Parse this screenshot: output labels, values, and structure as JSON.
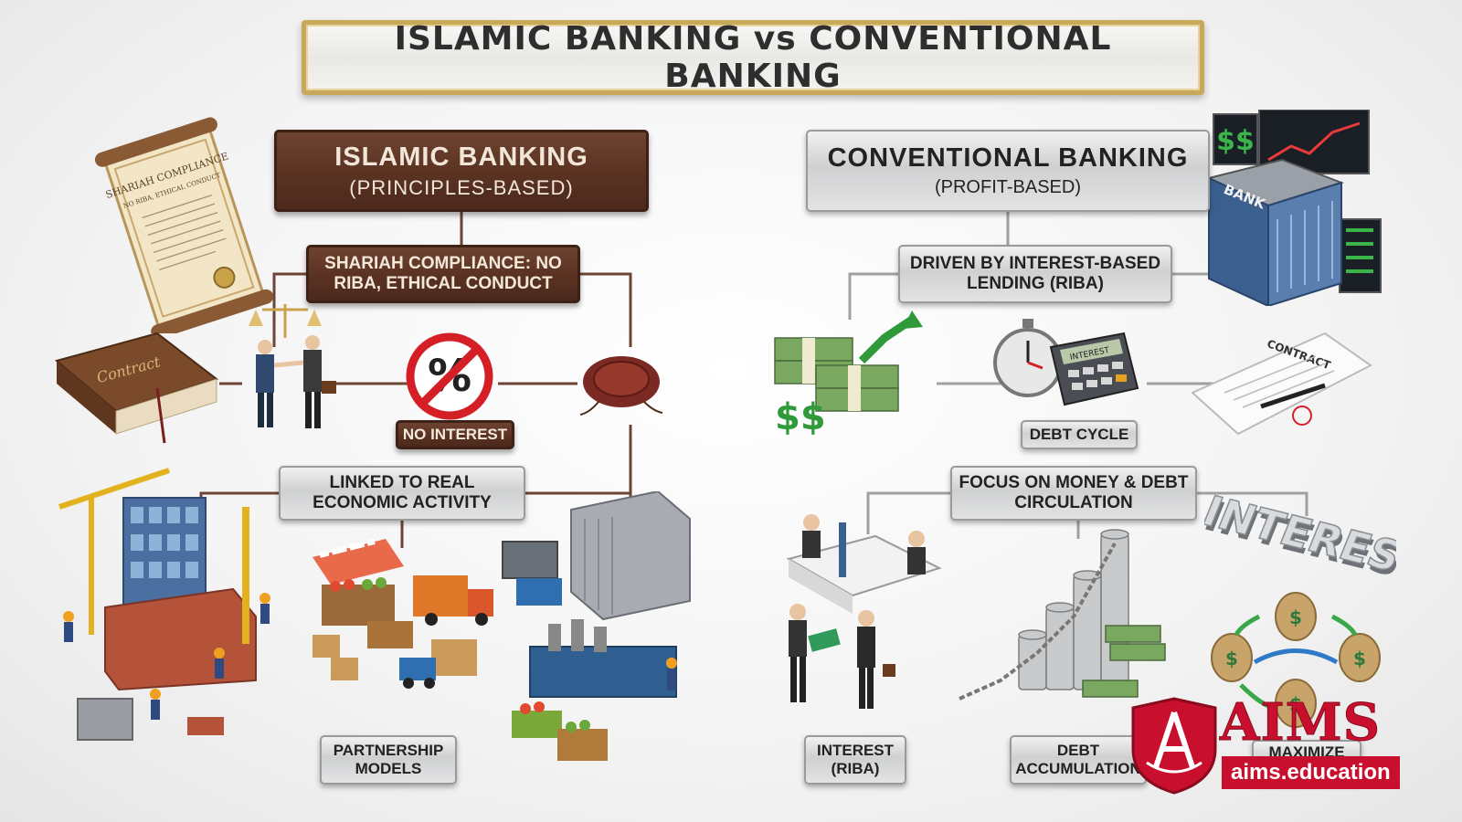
{
  "title": "ISLAMIC BANKING vs CONVENTIONAL BANKING",
  "islamic": {
    "heading": "ISLAMIC BANKING",
    "subheading": "(PRINCIPLES-BASED)",
    "compliance": "SHARIAH COMPLIANCE: NO RIBA, ETHICAL CONDUCT",
    "no_interest": "NO INTEREST",
    "linked": "LINKED TO REAL ECONOMIC ACTIVITY",
    "partnership": "PARTNERSHIP MODELS",
    "scroll_title": "SHARIAH COMPLIANCE",
    "scroll_sub": "NO RIBA, ETHICAL CONDUCT",
    "book_label": "Contract"
  },
  "conventional": {
    "heading": "CONVENTIONAL BANKING",
    "subheading": "(PROFIT-BASED)",
    "driven": "DRIVEN BY INTEREST-BASED LENDING (RIBA)",
    "debt_cycle": "DEBT CYCLE",
    "focus": "FOCUS ON MONEY & DEBT CIRCULATION",
    "interest_riba": "INTEREST (RIBA)",
    "debt_accumulation": "DEBT ACCUMULATION",
    "maximize_profit": "MAXIMIZE PROFIT",
    "bank_sign": "BANK",
    "contract_label": "CONTRACT",
    "calculator_label": "INTEREST",
    "interest_sign": "INTEREST",
    "money_symbol": "$$"
  },
  "logo": {
    "name": "AIMS",
    "url": "aims.education"
  },
  "colors": {
    "wood": "#5a3222",
    "steel": "#cfd0d1",
    "gold_frame": "#c8a85a",
    "logo_red": "#c8102e"
  }
}
